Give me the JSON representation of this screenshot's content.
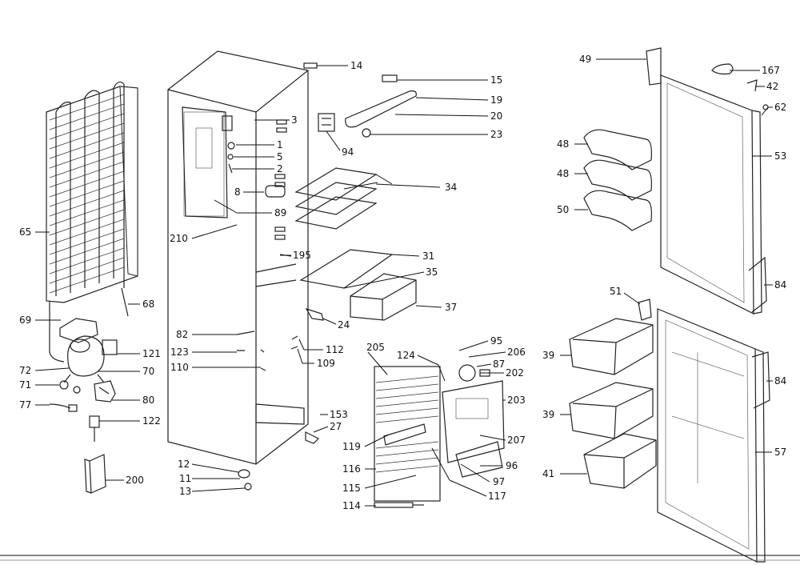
{
  "callouts": [
    {
      "id": "c65",
      "text": "65"
    },
    {
      "id": "c69",
      "text": "69"
    },
    {
      "id": "c72",
      "text": "72"
    },
    {
      "id": "c71",
      "text": "71"
    },
    {
      "id": "c77",
      "text": "77"
    },
    {
      "id": "c68",
      "text": "68"
    },
    {
      "id": "c121",
      "text": "121"
    },
    {
      "id": "c70",
      "text": "70"
    },
    {
      "id": "c80",
      "text": "80"
    },
    {
      "id": "c122",
      "text": "122"
    },
    {
      "id": "c200",
      "text": "200"
    },
    {
      "id": "c14",
      "text": "14"
    },
    {
      "id": "c3",
      "text": "3"
    },
    {
      "id": "c1",
      "text": "1"
    },
    {
      "id": "c5",
      "text": "5"
    },
    {
      "id": "c2",
      "text": "2"
    },
    {
      "id": "c8",
      "text": "8"
    },
    {
      "id": "c89",
      "text": "89"
    },
    {
      "id": "c210",
      "text": "210"
    },
    {
      "id": "c195",
      "text": "195"
    },
    {
      "id": "c82",
      "text": "82"
    },
    {
      "id": "c123",
      "text": "123"
    },
    {
      "id": "c110",
      "text": "110"
    },
    {
      "id": "c112",
      "text": "112"
    },
    {
      "id": "c109",
      "text": "109"
    },
    {
      "id": "c24",
      "text": "24"
    },
    {
      "id": "c153",
      "text": "153"
    },
    {
      "id": "c27",
      "text": "27"
    },
    {
      "id": "c12",
      "text": "12"
    },
    {
      "id": "c11",
      "text": "11"
    },
    {
      "id": "c13",
      "text": "13"
    },
    {
      "id": "c15",
      "text": "15"
    },
    {
      "id": "c19",
      "text": "19"
    },
    {
      "id": "c20",
      "text": "20"
    },
    {
      "id": "c23",
      "text": "23"
    },
    {
      "id": "c94",
      "text": "94"
    },
    {
      "id": "c34",
      "text": "34"
    },
    {
      "id": "c31",
      "text": "31"
    },
    {
      "id": "c35",
      "text": "35"
    },
    {
      "id": "c37",
      "text": "37"
    },
    {
      "id": "c205",
      "text": "205"
    },
    {
      "id": "c124",
      "text": "124"
    },
    {
      "id": "c95",
      "text": "95"
    },
    {
      "id": "c206",
      "text": "206"
    },
    {
      "id": "c87",
      "text": "87"
    },
    {
      "id": "c202",
      "text": "202"
    },
    {
      "id": "c203",
      "text": "203"
    },
    {
      "id": "c207",
      "text": "207"
    },
    {
      "id": "c119",
      "text": "119"
    },
    {
      "id": "c116",
      "text": "116"
    },
    {
      "id": "c96",
      "text": "96"
    },
    {
      "id": "c97",
      "text": "97"
    },
    {
      "id": "c115",
      "text": "115"
    },
    {
      "id": "c117",
      "text": "117"
    },
    {
      "id": "c114",
      "text": "114"
    },
    {
      "id": "c49",
      "text": "49"
    },
    {
      "id": "c167",
      "text": "167"
    },
    {
      "id": "c42",
      "text": "42"
    },
    {
      "id": "c62",
      "text": "62"
    },
    {
      "id": "c48a",
      "text": "48"
    },
    {
      "id": "c48b",
      "text": "48"
    },
    {
      "id": "c50",
      "text": "50"
    },
    {
      "id": "c53",
      "text": "53"
    },
    {
      "id": "c84a",
      "text": "84"
    },
    {
      "id": "c51",
      "text": "51"
    },
    {
      "id": "c39a",
      "text": "39"
    },
    {
      "id": "c39b",
      "text": "39"
    },
    {
      "id": "c41",
      "text": "41"
    },
    {
      "id": "c84b",
      "text": "84"
    },
    {
      "id": "c57",
      "text": "57"
    }
  ]
}
